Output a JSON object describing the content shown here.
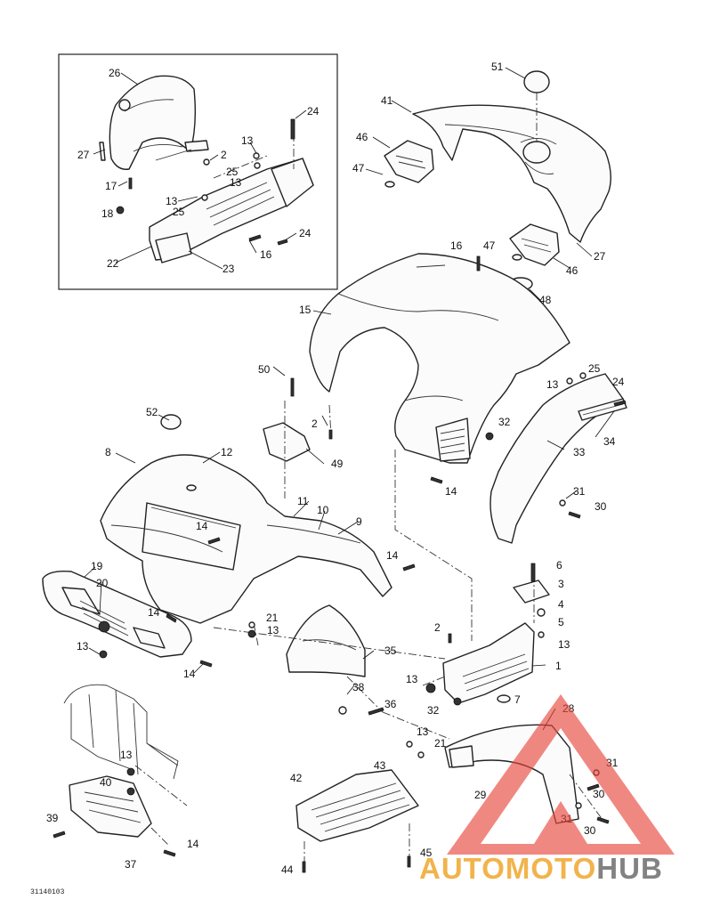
{
  "diagram": {
    "doc_id": "31140103",
    "callouts": {
      "c1": "1",
      "c2a": "2",
      "c2b": "2",
      "c2c": "2",
      "c3": "3",
      "c4": "4",
      "c5": "5",
      "c6": "6",
      "c7": "7",
      "c8": "8",
      "c9": "9",
      "c10": "10",
      "c11": "11",
      "c12": "12",
      "c13a": "13",
      "c13b": "13",
      "c13c": "13",
      "c13d": "13",
      "c13e": "13",
      "c13f": "13",
      "c13g": "13",
      "c13h": "13",
      "c13i": "13",
      "c13j": "13",
      "c14a": "14",
      "c14b": "14",
      "c14c": "14",
      "c14d": "14",
      "c14e": "14",
      "c14f": "14",
      "c15": "15",
      "c16a": "16",
      "c16b": "16",
      "c17": "17",
      "c18": "18",
      "c19": "19",
      "c20": "20",
      "c21a": "21",
      "c21b": "21",
      "c22": "22",
      "c23": "23",
      "c24a": "24",
      "c24b": "24",
      "c24c": "24",
      "c25a": "25",
      "c25b": "25",
      "c25c": "25",
      "c26": "26",
      "c27a": "27",
      "c27b": "27",
      "c28": "28",
      "c29": "29",
      "c30a": "30",
      "c30b": "30",
      "c30c": "30",
      "c31a": "31",
      "c31b": "31",
      "c31c": "31",
      "c32a": "32",
      "c32b": "32",
      "c33": "33",
      "c34": "34",
      "c35": "35",
      "c36": "36",
      "c37": "37",
      "c38": "38",
      "c39": "39",
      "c40": "40",
      "c41": "41",
      "c42": "42",
      "c43": "43",
      "c44": "44",
      "c45": "45",
      "c46a": "46",
      "c46b": "46",
      "c47a": "47",
      "c47b": "47",
      "c48": "48",
      "c49": "49",
      "c50": "50",
      "c51": "51",
      "c52": "52"
    }
  },
  "watermark": {
    "part1": "AUTOMOTO",
    "part2": "HUB",
    "colors": {
      "triangle": "#e8453c",
      "text_primary": "#f0a62d",
      "text_secondary": "#6d6d6d"
    }
  }
}
